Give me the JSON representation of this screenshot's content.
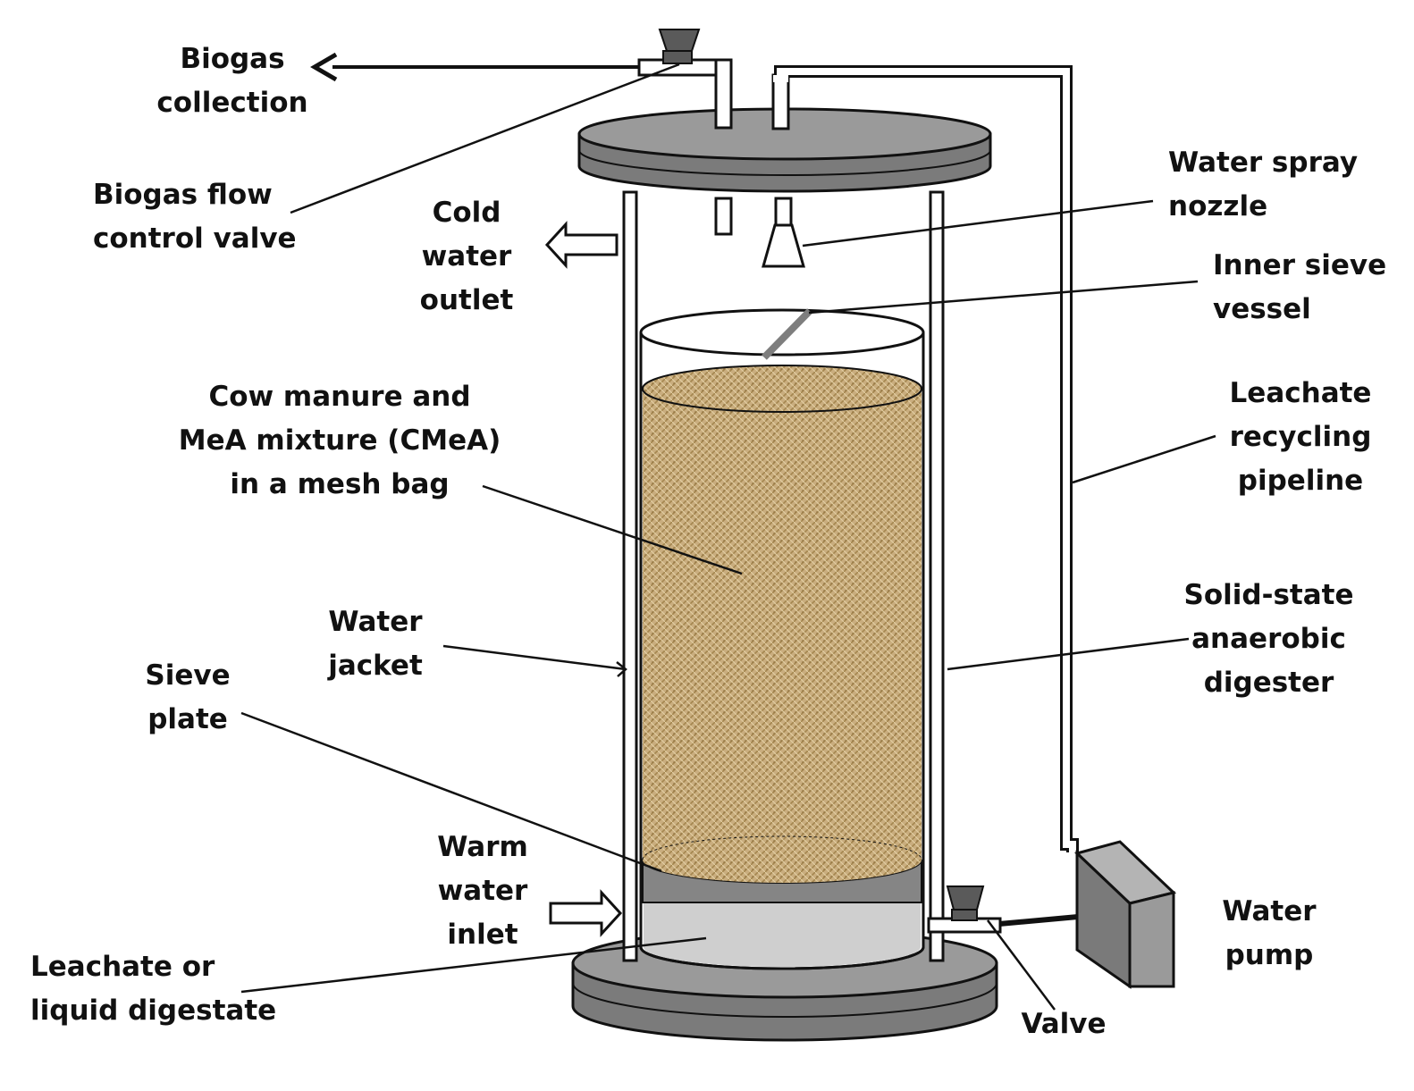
{
  "labels": {
    "biogas_collection": [
      "Biogas",
      "collection"
    ],
    "biogas_flow_control_valve": [
      "Biogas flow",
      "control valve"
    ],
    "cold_water_outlet": [
      "Cold",
      "water",
      "outlet"
    ],
    "water_spray_nozzle": [
      "Water spray",
      "nozzle"
    ],
    "inner_sieve_vessel": [
      "Inner sieve",
      "vessel"
    ],
    "substrate_mixture": [
      "Cow manure and",
      "MeA mixture (CMeA)",
      "in a mesh bag"
    ],
    "leachate_recycling_pipeline": [
      "Leachate",
      "recycling",
      "pipeline"
    ],
    "water_jacket": [
      "Water",
      "jacket"
    ],
    "digester": [
      "Solid-state",
      "anaerobic",
      "digester"
    ],
    "sieve_plate": [
      "Sieve",
      "plate"
    ],
    "warm_water_inlet": [
      "Warm",
      "water",
      "inlet"
    ],
    "leachate_liquid_digestate": [
      "Leachate or",
      "liquid digestate"
    ],
    "water_pump": [
      "Water",
      "pump"
    ],
    "valve": [
      "Valve"
    ]
  },
  "colors": {
    "lid_gray": "#7b7b7b",
    "lid_top_gray": "#9a9a9a",
    "sieve_plate_gray": "#858585",
    "liquid_gray": "#cfcfcf",
    "manure_tan": "#c9ad7e",
    "valve_dark": "#5a5a5a",
    "pump_gray": "#8f8f8f",
    "outline": "#111111"
  }
}
